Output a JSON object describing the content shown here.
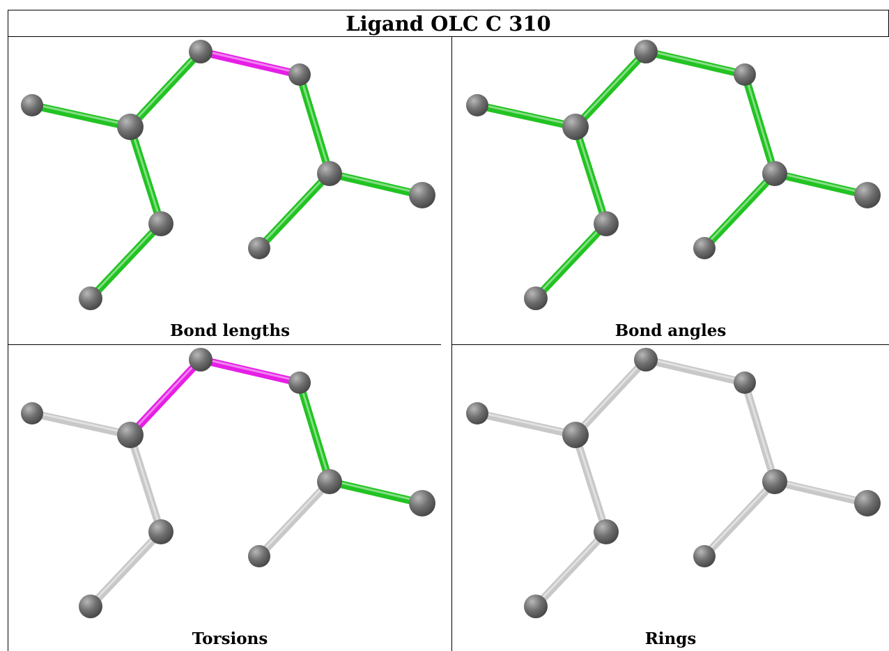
{
  "title": "Ligand OLC C 310",
  "colors": {
    "pass": "#22c322",
    "outlier": "#e61ee6",
    "not_assessed": "#c8c8c8",
    "atom": "#707070"
  },
  "panels": [
    {
      "caption": "Bond lengths",
      "bonds": [
        "pass",
        "pass",
        "outlier",
        "pass",
        "pass",
        "pass",
        "pass",
        "pass",
        "pass",
        "pass"
      ]
    },
    {
      "caption": "Bond angles",
      "bonds": [
        "pass",
        "pass",
        "pass",
        "pass",
        "pass",
        "pass",
        "pass",
        "pass",
        "pass",
        "pass"
      ]
    },
    {
      "caption": "Torsions",
      "bonds": [
        "not_assessed",
        "outlier",
        "outlier",
        "pass",
        "pass",
        "not_assessed",
        "not_assessed",
        "not_assessed",
        "not_assessed",
        "not_assessed"
      ]
    },
    {
      "caption": "Rings",
      "bonds": [
        "not_assessed",
        "not_assessed",
        "not_assessed",
        "not_assessed",
        "not_assessed",
        "not_assessed",
        "not_assessed",
        "not_assessed",
        "not_assessed",
        "not_assessed"
      ]
    }
  ]
}
